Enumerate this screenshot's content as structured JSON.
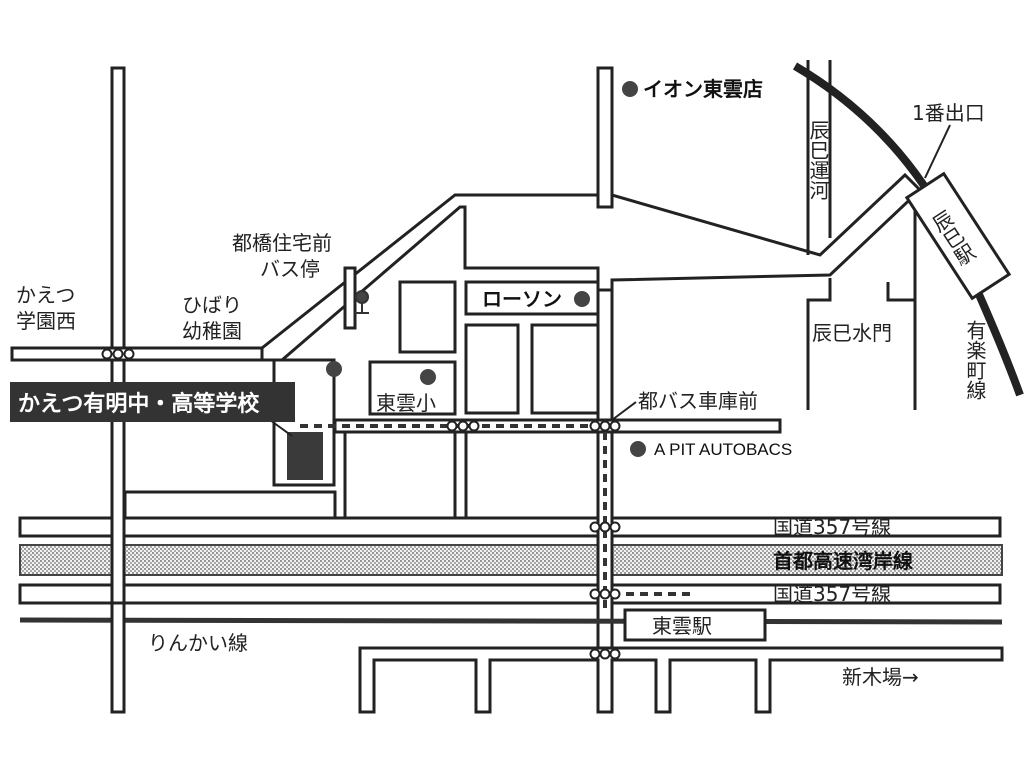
{
  "labels": {
    "aeon": "イオン東雲店",
    "exit1": "1番出口",
    "tatsumi_canal": "辰巳運河",
    "tatsumi_station": "辰巳駅",
    "yurakucho_line": "有楽町線",
    "tatsumi_suimon": "辰巳水門",
    "lawson": "ローソン",
    "miyakobashi_1": "都橋住宅前",
    "miyakobashi_2": "バス停",
    "kaetsu_nishi_1": "かえつ",
    "kaetsu_nishi_2": "学園西",
    "hibari_1": "ひばり",
    "hibari_2": "幼稚園",
    "school": "かえつ有明中・高等学校",
    "shinonome_elementary": "東雲小",
    "bus_depot": "都バス車庫前",
    "autobacs": "A PIT AUTOBACS",
    "route357_north": "国道357号線",
    "expressway": "首都高速湾岸線",
    "route357_south": "国道357号線",
    "shinonome_station": "東雲駅",
    "rinkai_line": "りんかい線",
    "shinkiba": "新木場→"
  }
}
